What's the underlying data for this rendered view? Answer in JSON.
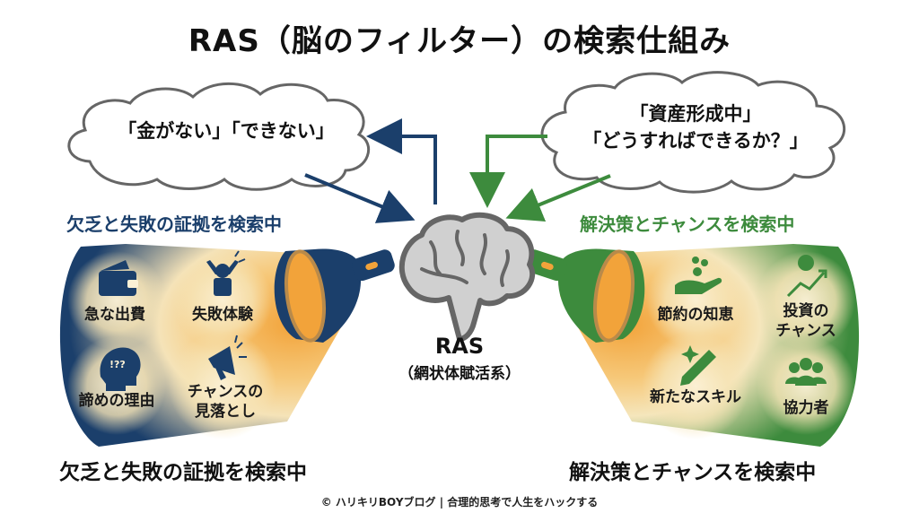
{
  "title": "RAS（脳のフィルター）の検索仕組み",
  "colors": {
    "navy": "#1b3f6b",
    "green": "#3d8b3d",
    "orange": "#f2a33a",
    "brain_gray": "#6b6b6b"
  },
  "left": {
    "thought": "「金がない」「できない」",
    "heading": "欠乏と失敗の証拠を検索中",
    "items": [
      {
        "label": "急な出費",
        "icon": "wallet-icon"
      },
      {
        "label": "失敗体験",
        "icon": "frustrated-person-icon"
      },
      {
        "label": "諦めの理由",
        "icon": "confused-head-icon"
      },
      {
        "label": "チャンスの\n見落とし",
        "icon": "megaphone-icon"
      }
    ],
    "caption": "欠乏と失敗の証拠を検索中"
  },
  "right": {
    "thought_line1": "「資産形成中」",
    "thought_line2": "「どうすればできるか？」",
    "heading": "解決策とチャンスを検索中",
    "items": [
      {
        "label": "節約の知恵",
        "icon": "hand-coins-icon"
      },
      {
        "label": "投資の\nチャンス",
        "icon": "growth-chart-icon"
      },
      {
        "label": "新たなスキル",
        "icon": "pencil-sparkle-icon"
      },
      {
        "label": "協力者",
        "icon": "group-people-icon"
      }
    ],
    "caption": "解決策とチャンスを検索中"
  },
  "center": {
    "label": "RAS",
    "sublabel": "（網状体賦活系）",
    "icon": "brain-icon"
  },
  "footer": "© ハリキリBOYブログ | 合理的思考で人生をハックする"
}
